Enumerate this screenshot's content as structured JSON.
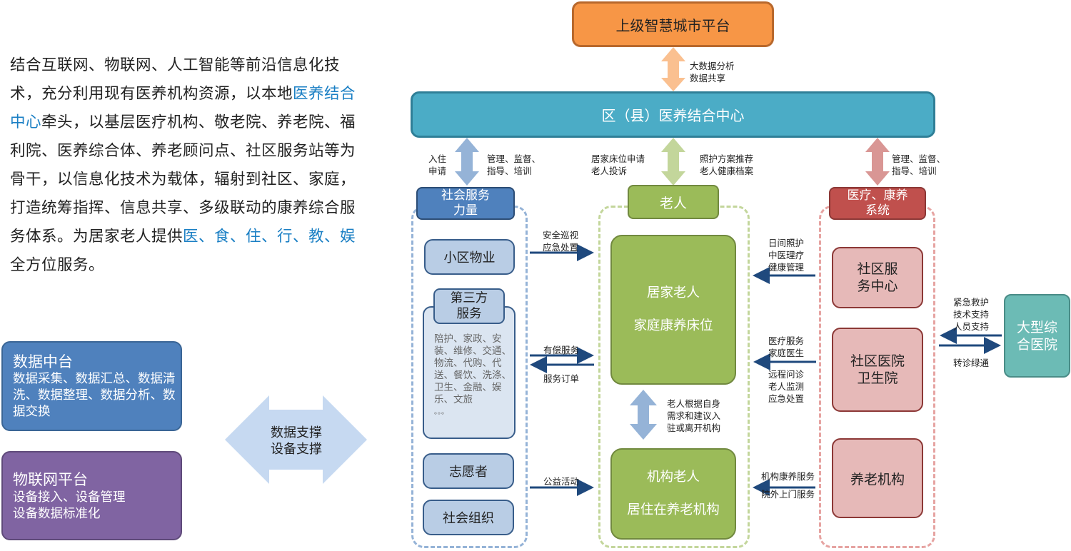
{
  "intro": {
    "segments": [
      {
        "text": "结合互联网、物联网、人工智能等前沿信息化技术，充分利用现有医养机构资源，以本地",
        "highlight": false
      },
      {
        "text": "医养结合中心",
        "highlight": true
      },
      {
        "text": "牵头，以基层医疗机构、敬老院、养老院、福利院、医养综合体、养老顾问点、社区服务站等为骨干，以信息化技术为载体，辐射到社区、家庭，打造统筹指挥、信息共享、多级联动的康养综合服务体系。为居家老人提供",
        "highlight": false
      },
      {
        "text": "医、食、住、行、教、娱",
        "highlight": true
      },
      {
        "text": "全方位服务。",
        "highlight": false
      }
    ]
  },
  "platforms": {
    "data_center": {
      "title": "数据中台",
      "desc": "数据采集、数据汇总、数据清洗、数据整理、数据分析、数据交换"
    },
    "iot": {
      "title": "物联网平台",
      "desc_line1": "设备接入、设备管理",
      "desc_line2": "设备数据标准化"
    },
    "support_arrow": {
      "line1": "数据支撑",
      "line2": "设备支撑"
    }
  },
  "diagram": {
    "top_platform": "上级智慧城市平台",
    "top_link": {
      "line1": "大数据分析",
      "line2": "数据共享"
    },
    "center": "区（县）医养结合中心",
    "left_link": {
      "left_line1": "入住",
      "left_line2": "申请",
      "right_line1": "管理、监督、",
      "right_line2": "指导、培训"
    },
    "mid_link": {
      "left_line1": "居家床位申请",
      "left_line2": "老人投诉",
      "right_line1": "照护方案推荐",
      "right_line2": "老人健康档案"
    },
    "right_link": {
      "line1": "管理、监督、",
      "line2": "指导、培训"
    },
    "social": {
      "header_line1": "社会服务",
      "header_line2": "力量",
      "property": "小区物业",
      "third_party_line1": "第三方",
      "third_party_line2": "服务",
      "third_party_items": [
        "陪护、家政、安",
        "装、维修、交通、",
        "物流、代购、代",
        "送、餐饮、洗涤、",
        "卫生、金融、娱",
        "乐、文旅"
      ],
      "ellipsis": "。。。",
      "volunteer": "志愿者",
      "org": "社会组织"
    },
    "elderly": {
      "header": "老人",
      "home_line1": "居家老人",
      "home_line2": "家庭康养床位",
      "transfer_note": [
        "老人根据自身",
        "需求和建议入",
        "驻或离开机构"
      ],
      "inst_line1": "机构老人",
      "inst_line2": "居住在养老机构"
    },
    "medical": {
      "header_line1": "医疗、康养",
      "header_line2": "系统",
      "community_center_line1": "社区服",
      "community_center_line2": "务中心",
      "community_hospital_line1": "社区医院",
      "community_hospital_line2": "卫生院",
      "nursing": "养老机构"
    },
    "hospital": {
      "line1": "大型综",
      "line2": "合医院"
    },
    "flows": {
      "patrol": [
        "安全巡视",
        "应急处置"
      ],
      "paid": "有偿服务",
      "order": "服务订单",
      "charity": "公益活动",
      "daycare": [
        "日间照护",
        "中医理疗",
        "健康管理"
      ],
      "medical_service": [
        "医疗服务",
        "家庭医生"
      ],
      "remote": [
        "远程问诊",
        "老人监测",
        "应急处置"
      ],
      "inst_service": "机构康养服务",
      "outcall": "院外上门服务",
      "emergency": [
        "紧急救护",
        "技术支持",
        "人员支持"
      ],
      "referral": "转诊绿通"
    }
  }
}
